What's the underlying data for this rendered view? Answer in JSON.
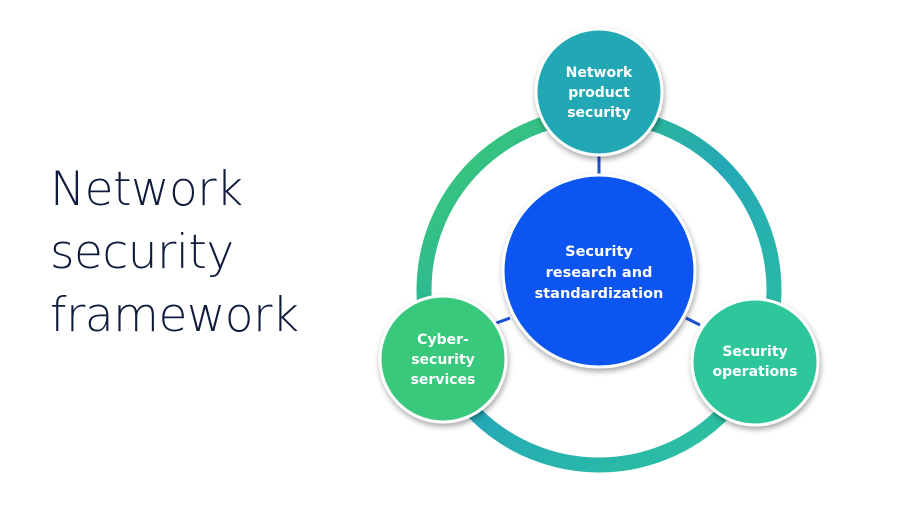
{
  "title_lines": [
    "Network",
    "security",
    "framework"
  ],
  "diagram": {
    "center": {
      "lines": [
        "Security",
        "research and",
        "standardization"
      ],
      "color": "#0a55f0"
    },
    "nodes": {
      "top": {
        "lines": [
          "Network",
          "product",
          "security"
        ],
        "color": "#20a8b4"
      },
      "right": {
        "lines": [
          "Security",
          "operations"
        ],
        "color": "#2ec79b"
      },
      "left": {
        "lines": [
          "Cyber-",
          "security",
          "services"
        ],
        "color": "#39c97c"
      }
    },
    "ring_colors": [
      "#3ccd6a",
      "#24a8b6",
      "#2ec79b"
    ],
    "connector_color": "#1a4fd0"
  }
}
